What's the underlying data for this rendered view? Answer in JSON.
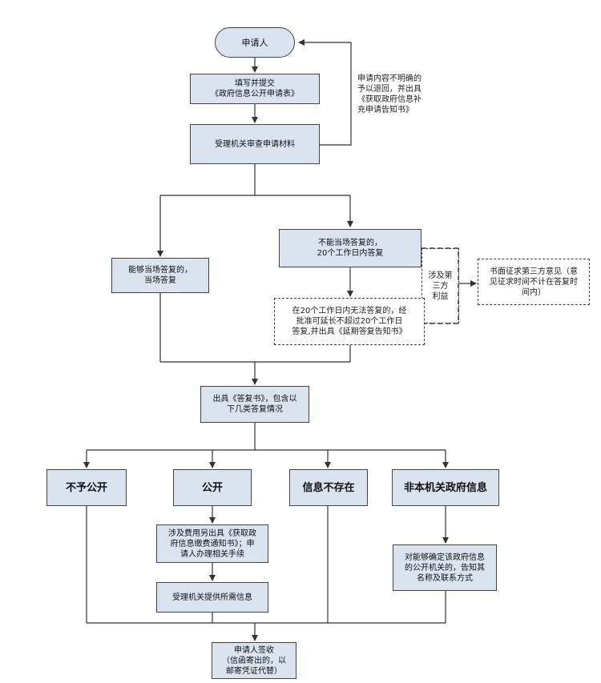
{
  "nodes": {
    "applicant": "申请人",
    "submit": "填写并提交\n《政府信息公开申请表》",
    "review": "受理机关审查申请材料",
    "reject_note": "申请内容不明确的\n予以退回，并出具\n《获取政府信息补\n充申请告知书》",
    "immediate": "能够当场答复的，\n当场答复",
    "not_immediate": "不能当场答复的，\n20个工作日内答复",
    "third_party": "涉及第\n三方\n利益",
    "third_party_opinion": "书面征求第三方意见（意\n见征求时间不计在答复时\n间内）",
    "extension": "在20个工作日内无法答复的，经\n批准可延长不超过20个工作日\n答复,并出具《延期答复告知书》",
    "reply": "出具《答复书》，包含以\n下几类答复情况",
    "not_public": "不予公开",
    "public": "公开",
    "not_exist": "信息不存在",
    "not_our_info": "非本机关政府信息",
    "fee": "涉及费用另出具《获取政\n府信息缴费通知书》；申\n请人办理相关手续",
    "provide": "受理机关提供所需信息",
    "inform_agency": "对能够确定该政府信息\n的公开机关的，告知其\n名称及联系方式",
    "sign": "申请人签收\n（信函寄出的，以\n邮寄凭证代替）"
  }
}
